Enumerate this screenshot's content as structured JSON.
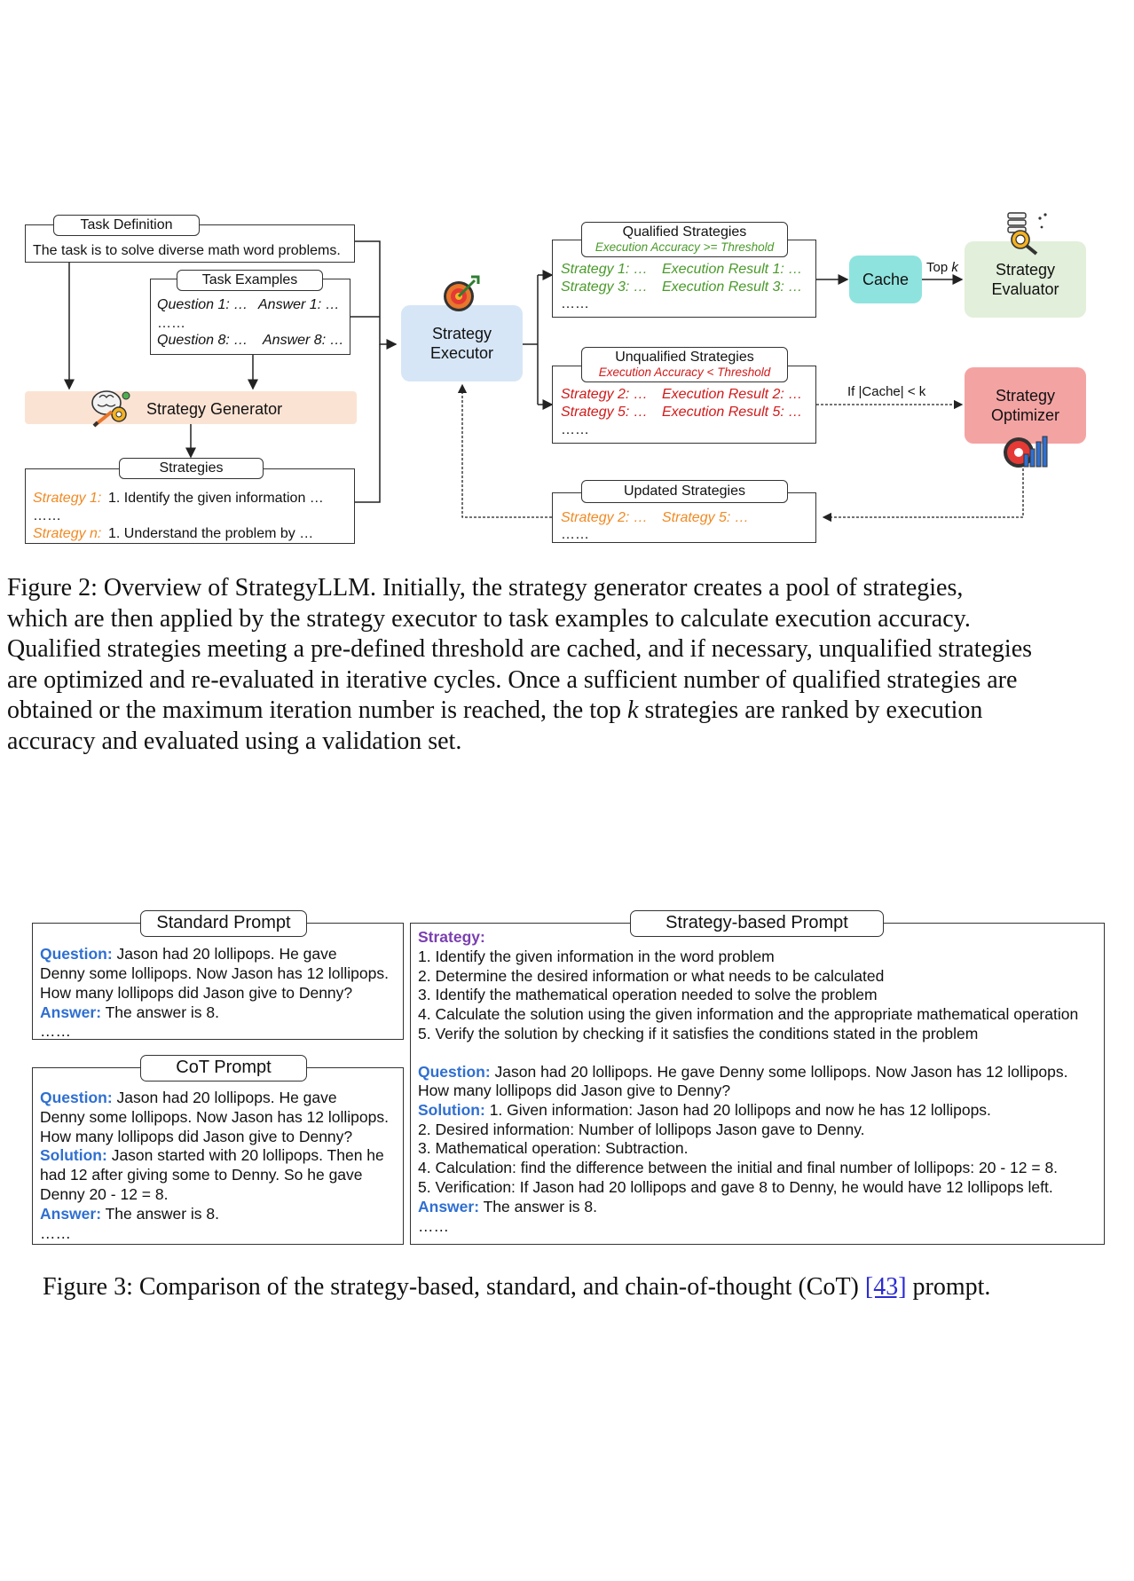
{
  "fig2": {
    "task_definition": {
      "tab": "Task Definition",
      "text": "The task is to solve diverse math word problems."
    },
    "task_examples": {
      "tab": "Task Examples",
      "q1": "Question 1: …",
      "a1": "Answer 1: …",
      "dots": "……",
      "q8": "Question 8: …",
      "a8": "Answer 8: …"
    },
    "strategy_generator": "Strategy Generator",
    "strategies": {
      "tab": "Strategies",
      "s1_label": "Strategy 1:",
      "s1_text": "1. Identify the given information …",
      "dots": "……",
      "sn_label": "Strategy n:",
      "sn_text": "1. Understand the problem by …"
    },
    "strategy_executor": {
      "line1": "Strategy",
      "line2": "Executor"
    },
    "qualified": {
      "tab": "Qualified Strategies",
      "subtitle": "Execution Accuracy >= Threshold",
      "s1": "Strategy 1: …",
      "r1": "Execution Result 1: …",
      "s3": "Strategy 3: …",
      "r3": "Execution Result 3: …",
      "dots": "……"
    },
    "unqualified": {
      "tab": "Unqualified Strategies",
      "subtitle": "Execution Accuracy < Threshold",
      "s2": "Strategy 2: …",
      "r2": "Execution Result 2: …",
      "s5": "Strategy 5: …",
      "r5": "Execution Result 5: …",
      "dots": "……"
    },
    "updated": {
      "tab": "Updated Strategies",
      "s2": "Strategy 2: …",
      "s5": "Strategy 5: …",
      "dots": "……"
    },
    "cache": "Cache",
    "top_k": "Top k",
    "top_k_prefix": "Top",
    "top_k_var": "k",
    "if_cache": "If |Cache| < k",
    "strategy_evaluator": {
      "line1": "Strategy",
      "line2": "Evaluator"
    },
    "strategy_optimizer": {
      "line1": "Strategy",
      "line2": "Optimizer"
    },
    "caption": "Figure 2: Overview of StrategyLLM. Initially, the strategy generator creates a pool of strategies, which are then applied by the strategy executor to task examples to calculate execution accuracy. Qualified strategies meeting a pre-defined threshold are cached, and if necessary, unqualified strategies are optimized and re-evaluated in iterative cycles. Once a sufficient number of qualified strategies are obtained or the maximum iteration number is reached, the top k strategies are ranked by execution accuracy and evaluated using a validation set.",
    "caption_lines": [
      "Figure 2: Overview of StrategyLLM. Initially, the strategy generator creates a pool of strategies,",
      "which are then applied by the strategy executor to task examples to calculate execution accuracy.",
      "Qualified strategies meeting a pre-defined threshold are cached, and if necessary, unqualified strategies",
      "are optimized and re-evaluated in iterative cycles. Once a sufficient number of qualified strategies are",
      "obtained or the maximum iteration number is reached, the top",
      " strategies are ranked by execution",
      "accuracy and evaluated using a validation set."
    ],
    "caption_k": "k"
  },
  "fig3": {
    "standard": {
      "tab": "Standard Prompt",
      "q_label": "Question:",
      "q_lines": [
        "Jason had 20 lollipops. He gave",
        "Denny some lollipops. Now Jason has 12 lollipops.",
        "How many lollipops did Jason give to Denny?"
      ],
      "a_label": "Answer:",
      "a_text": "The answer is 8.",
      "dots": "……"
    },
    "cot": {
      "tab": "CoT Prompt",
      "q_label": "Question:",
      "q_lines": [
        "Jason had 20 lollipops. He gave",
        "Denny some lollipops. Now Jason has 12 lollipops.",
        "How many lollipops did Jason give to Denny?"
      ],
      "s_label": "Solution:",
      "s_lines": [
        "Jason started with 20 lollipops. Then he",
        "had 12 after giving some to Denny. So he gave",
        "Denny 20 - 12 = 8."
      ],
      "a_label": "Answer:",
      "a_text": "The answer is 8.",
      "dots": "……"
    },
    "strategy_based": {
      "tab": "Strategy-based Prompt",
      "strategy_label": "Strategy:",
      "steps": [
        "1. Identify the given information in the word problem",
        "2. Determine the desired information or what needs to be calculated",
        "3. Identify the mathematical operation needed to solve the problem",
        "4. Calculate the solution using the given information and the appropriate mathematical operation",
        "5. Verify the solution by checking if it satisfies the conditions stated in the problem"
      ],
      "q_label": "Question:",
      "q_lines": [
        "Jason had 20 lollipops. He gave Denny some lollipops. Now Jason has 12 lollipops.",
        "How many lollipops did Jason give to Denny?"
      ],
      "s_label": "Solution:",
      "s_lines": [
        "1. Given information: Jason had 20 lollipops and now he has 12 lollipops.",
        "2. Desired information: Number of lollipops Jason gave to Denny.",
        "3. Mathematical operation: Subtraction.",
        "4. Calculation: find the difference between the initial and final number of lollipops: 20 - 12 = 8.",
        "5. Verification: If Jason had 20 lollipops and gave 8 to Denny, he would have 12 lollipops left."
      ],
      "a_label": "Answer:",
      "a_text": "The answer is 8.",
      "dots": "……"
    },
    "caption_before": "Figure 3: Comparison of the strategy-based, standard, and chain-of-thought (CoT) ",
    "citation": "[43]",
    "caption_after": " prompt."
  },
  "colors": {
    "generator_bg": "#fbe3d4",
    "executor_bg": "#d6e6f7",
    "cache_bg": "#8fe3de",
    "evaluator_bg": "#e2efda",
    "optimizer_bg": "#f4a3a3",
    "green_text": "#4a9a2a",
    "red_text": "#d11a1a",
    "orange_text": "#f08a24",
    "blue_label": "#2f6fd1",
    "purple_label": "#7a3fb0"
  },
  "icons": [
    "brain-gear-icon",
    "target-gear-icon",
    "magnifier-database-icon",
    "gear-chart-icon"
  ]
}
